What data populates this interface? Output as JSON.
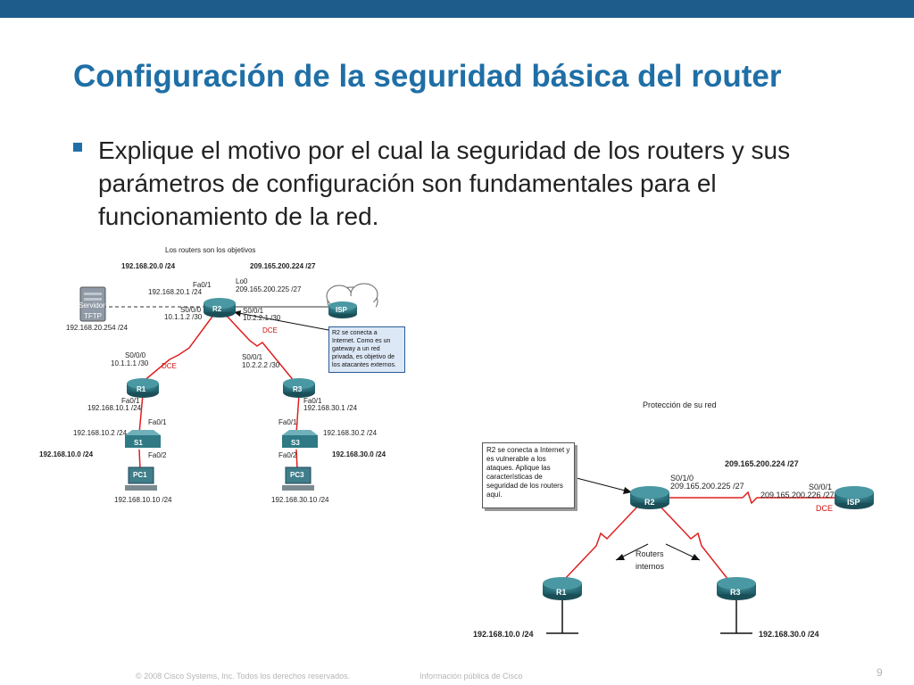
{
  "slide": {
    "title": "Configuración de la seguridad básica del router",
    "bullet": "Explique el motivo por el cual la seguridad de los routers y sus parámetros de configuración son fundamentales para el funcionamiento de la red.",
    "footer_copyright": "© 2008 Cisco Systems, Inc. Todos los derechos reservados.",
    "footer_info": "Información pública de Cisco",
    "page_number": "9"
  },
  "colors": {
    "top_bar": "#1e5c8c",
    "title": "#1f6fa6",
    "serial_link": "#e02020",
    "device": "#2f7a85"
  },
  "diagram1": {
    "title": "Los routers son los objetivos",
    "net_20": "192.168.20.0 /24",
    "net_209": "209.165.200.224 /27",
    "r2_fa01": "Fa0/1",
    "r2_fa01_ip": "192.168.20.1 /24",
    "r2_lo0": "Lo0",
    "r2_lo0_ip": "209.165.200.225 /27",
    "server_label": "Servidor",
    "tftp_label": "TFTP",
    "server_ip": "192.168.20.254 /24",
    "r2_s000": "S0/0/0",
    "r2_s000_ip": "10.1.1.2 /30",
    "r2_s001": "S0/0/1",
    "r2_s001_ip": "10.2.2.1 /30",
    "dce_r2": "DCE",
    "r2_label": "R2",
    "isp_label": "ISP",
    "callout": "R2 se conecta a Internet. Como es un gateway a un red privada, es objetivo de los atacantes externos.",
    "r1_s000": "S0/0/0",
    "r1_s000_ip": "10.1.1.1 /30",
    "dce_r1": "DCE",
    "r3_s001": "S0/0/1",
    "r3_s001_ip": "10.2.2.2 /30",
    "r1_label": "R1",
    "r3_label": "R3",
    "r1_fa01": "Fa0/1",
    "r1_fa01_ip": "192.168.10.1 /24",
    "r3_fa01": "Fa0/1",
    "r3_fa01_ip": "192.168.30.1 /24",
    "s1_fa01": "Fa0/1",
    "s1_ip": "192.168.10.2 /24",
    "s3_fa01": "Fa0/1",
    "s3_ip": "192.168.30.2 /24",
    "s1_label": "S1",
    "s3_label": "S3",
    "net_10": "192.168.10.0 /24",
    "net_30": "192.168.30.0 /24",
    "s1_fa02": "Fa0/2",
    "s3_fa02": "Fa0/2",
    "pc1_label": "PC1",
    "pc3_label": "PC3",
    "pc1_ip": "192.168.10.10 /24",
    "pc3_ip": "192.168.30.10 /24"
  },
  "diagram2": {
    "title": "Protección de su red",
    "callout": "R2 se conecta a Internet y es vulnerable a los ataques. Aplique las características de seguridad de los routers aquí.",
    "net_209": "209.165.200.224 /27",
    "r2_s010": "S0/1/0",
    "r2_s010_ip": "209.165.200.225 /27",
    "isp_s001": "S0/0/1",
    "isp_s001_ip": "209.165.200.226 /27",
    "dce": "DCE",
    "r2_label": "R2",
    "isp_label": "ISP",
    "internal_routers": "Routers internos",
    "r1_label": "R1",
    "r3_label": "R3",
    "net_10": "192.168.10.0 /24",
    "net_30": "192.168.30.0 /24"
  }
}
